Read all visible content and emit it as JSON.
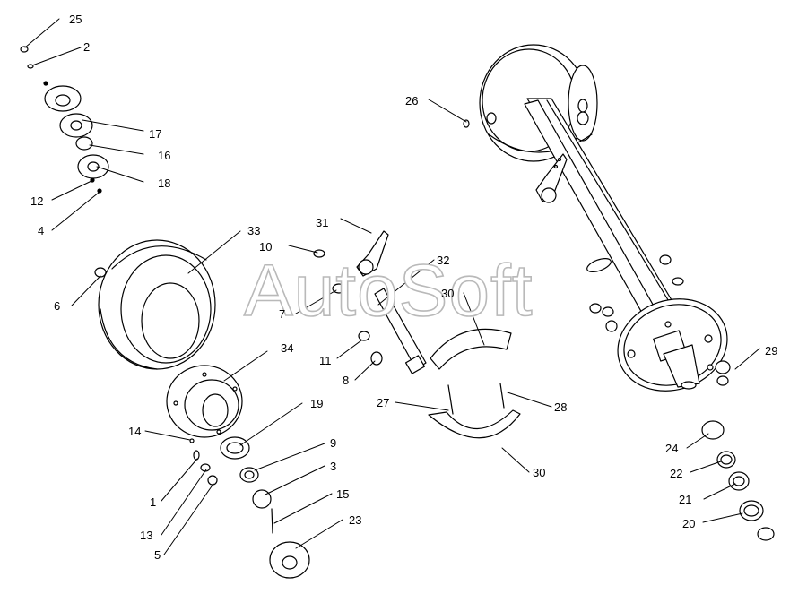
{
  "watermark": "AutoSoft",
  "callouts": [
    "25",
    "2",
    "17",
    "16",
    "18",
    "12",
    "4",
    "26",
    "31",
    "10",
    "33",
    "32",
    "30",
    "6",
    "7",
    "34",
    "11",
    "8",
    "29",
    "19",
    "27",
    "28",
    "14",
    "9",
    "24",
    "22",
    "1",
    "3",
    "21",
    "15",
    "13",
    "23",
    "20",
    "5",
    "30"
  ],
  "colors": {
    "line": "#000000",
    "background": "#ffffff",
    "watermark": "#b9b9b9"
  }
}
